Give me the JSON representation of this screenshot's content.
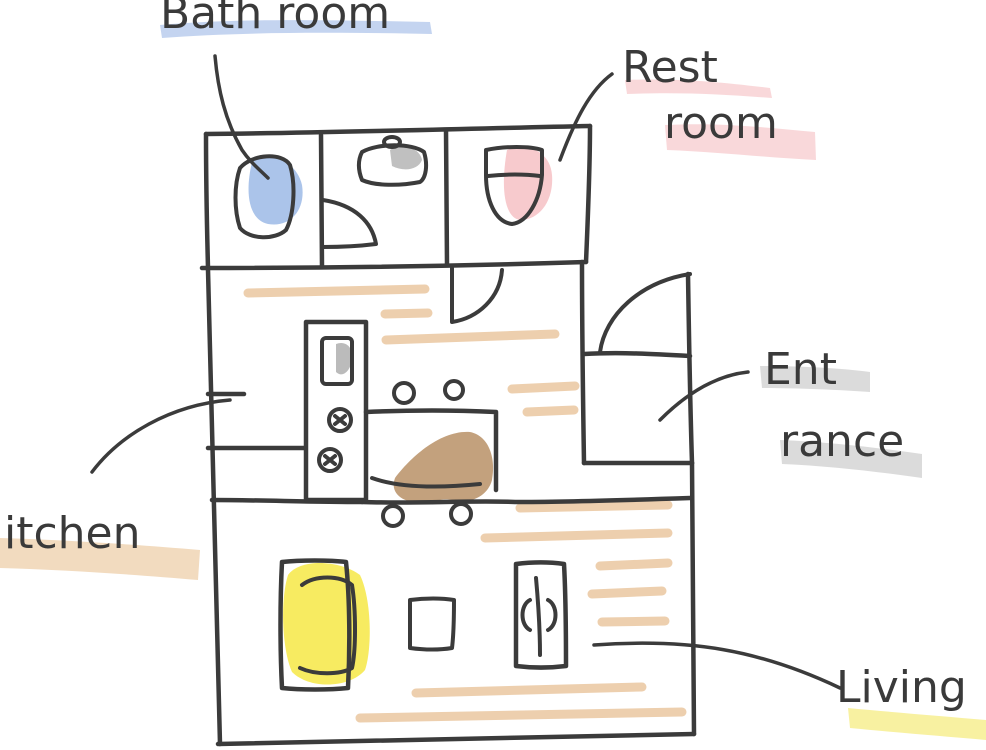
{
  "labels": {
    "bathroom": "Bath room",
    "restroom_line1": "Rest",
    "restroom_line2": "room",
    "entrance_line1": "Ent",
    "entrance_line2": "rance",
    "kitchen": "itchen",
    "living": "Living"
  },
  "colors": {
    "ink": "#3b3b3b",
    "bathroom_highlight": "#9db8e6",
    "restroom_highlight": "#f2a9ae",
    "entrance_highlight": "#bdbdbd",
    "kitchen_highlight": "#e8be8a",
    "living_highlight": "#f5ec82",
    "wood_floor": "#e9c49a",
    "sofa_yellow": "#f5e63a",
    "table_brown": "#b48a5c",
    "tub_blue": "#8fb0e3",
    "toilet_pink": "#f2a6ab",
    "grey_accent": "#9e9e9e"
  }
}
